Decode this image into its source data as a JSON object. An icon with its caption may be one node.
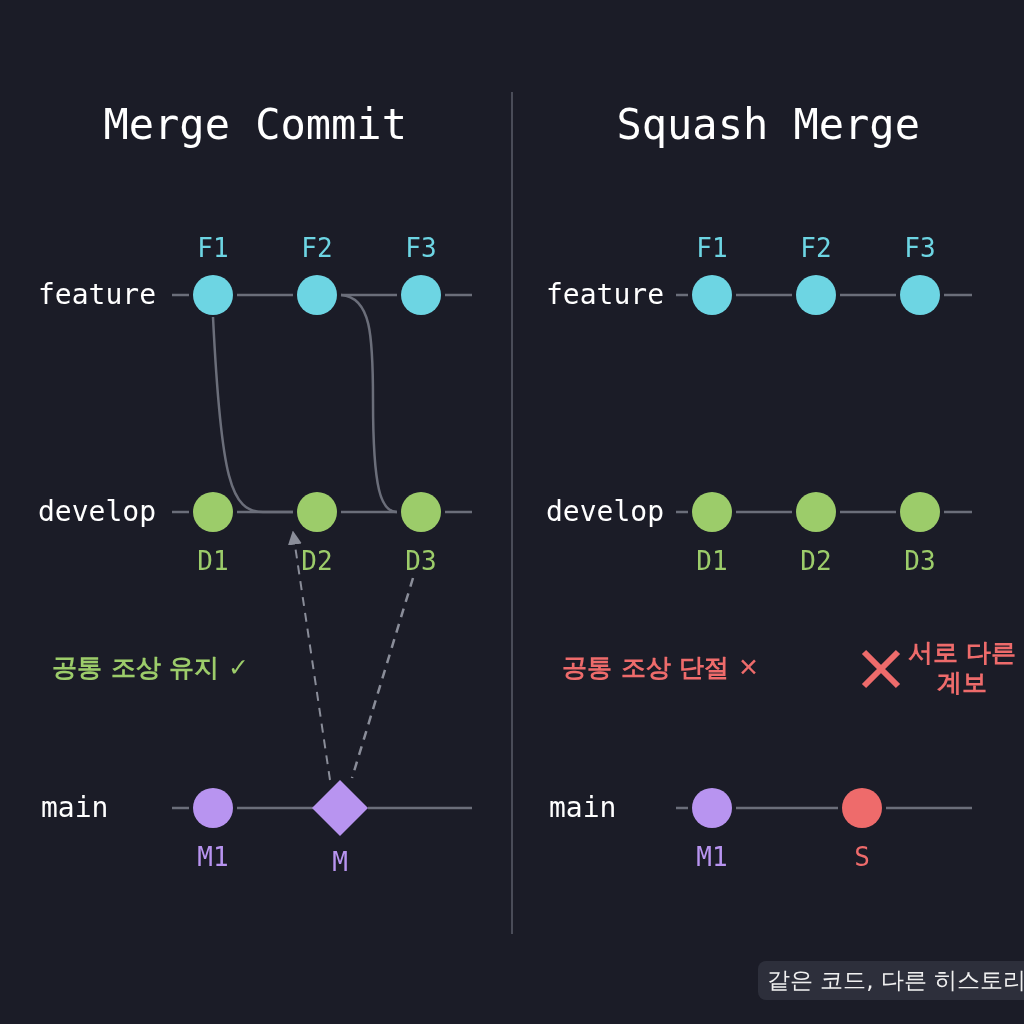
{
  "diagram": {
    "nodes": [
      {
        "text": [
          "F1"
        ]
      },
      {
        "text": [
          "F2"
        ]
      },
      {
        "text": [
          "F3"
        ]
      },
      {
        "text": [
          "D1"
        ]
      },
      {
        "text": [
          "D2"
        ]
      },
      {
        "text": [
          "D3"
        ]
      },
      {
        "text": [
          "M1"
        ]
      },
      {
        "text": [
          "M"
        ]
      },
      {
        "text": [
          "F1"
        ]
      },
      {
        "text": [
          "F2"
        ]
      },
      {
        "text": [
          "F3"
        ]
      },
      {
        "text": [
          "D1"
        ]
      },
      {
        "text": [
          "D2"
        ]
      },
      {
        "text": [
          "D3"
        ]
      },
      {
        "text": [
          "M1"
        ]
      },
      {
        "text": [
          "S"
        ]
      },
      {
        "text": [
          "같은 코드, 다른 히스토리"
        ]
      }
    ],
    "edges": [
      {
        "from": 0,
        "to": 1,
        "arrow": "none"
      },
      {
        "from": 1,
        "to": 2,
        "arrow": "none"
      },
      {
        "from": 3,
        "to": 4,
        "arrow": "none"
      },
      {
        "from": 4,
        "to": 5,
        "arrow": "none"
      },
      {
        "from": 6,
        "to": 7,
        "arrow": "none"
      },
      {
        "from": 0,
        "to": 4,
        "arrow": "none"
      },
      {
        "from": 1,
        "to": 5,
        "arrow": "none"
      },
      {
        "from": 7,
        "to": 4,
        "arrow": "to",
        "style": "dashed"
      },
      {
        "from": 5,
        "to": 7,
        "arrow": "none",
        "style": "dashed"
      },
      {
        "from": 8,
        "to": 9,
        "arrow": "none"
      },
      {
        "from": 9,
        "to": 10,
        "arrow": "none"
      },
      {
        "from": 11,
        "to": 12,
        "arrow": "none"
      },
      {
        "from": 12,
        "to": 13,
        "arrow": "none"
      },
      {
        "from": 14,
        "to": 15,
        "arrow": "none"
      }
    ],
    "labels": [
      "Merge Commit",
      "Squash Merge",
      "feature",
      "develop",
      "main",
      "feature",
      "develop",
      "main",
      "공통 조상 유지 ✓",
      "공통 조상 단절 ✕",
      "서로 다른 계보"
    ]
  }
}
